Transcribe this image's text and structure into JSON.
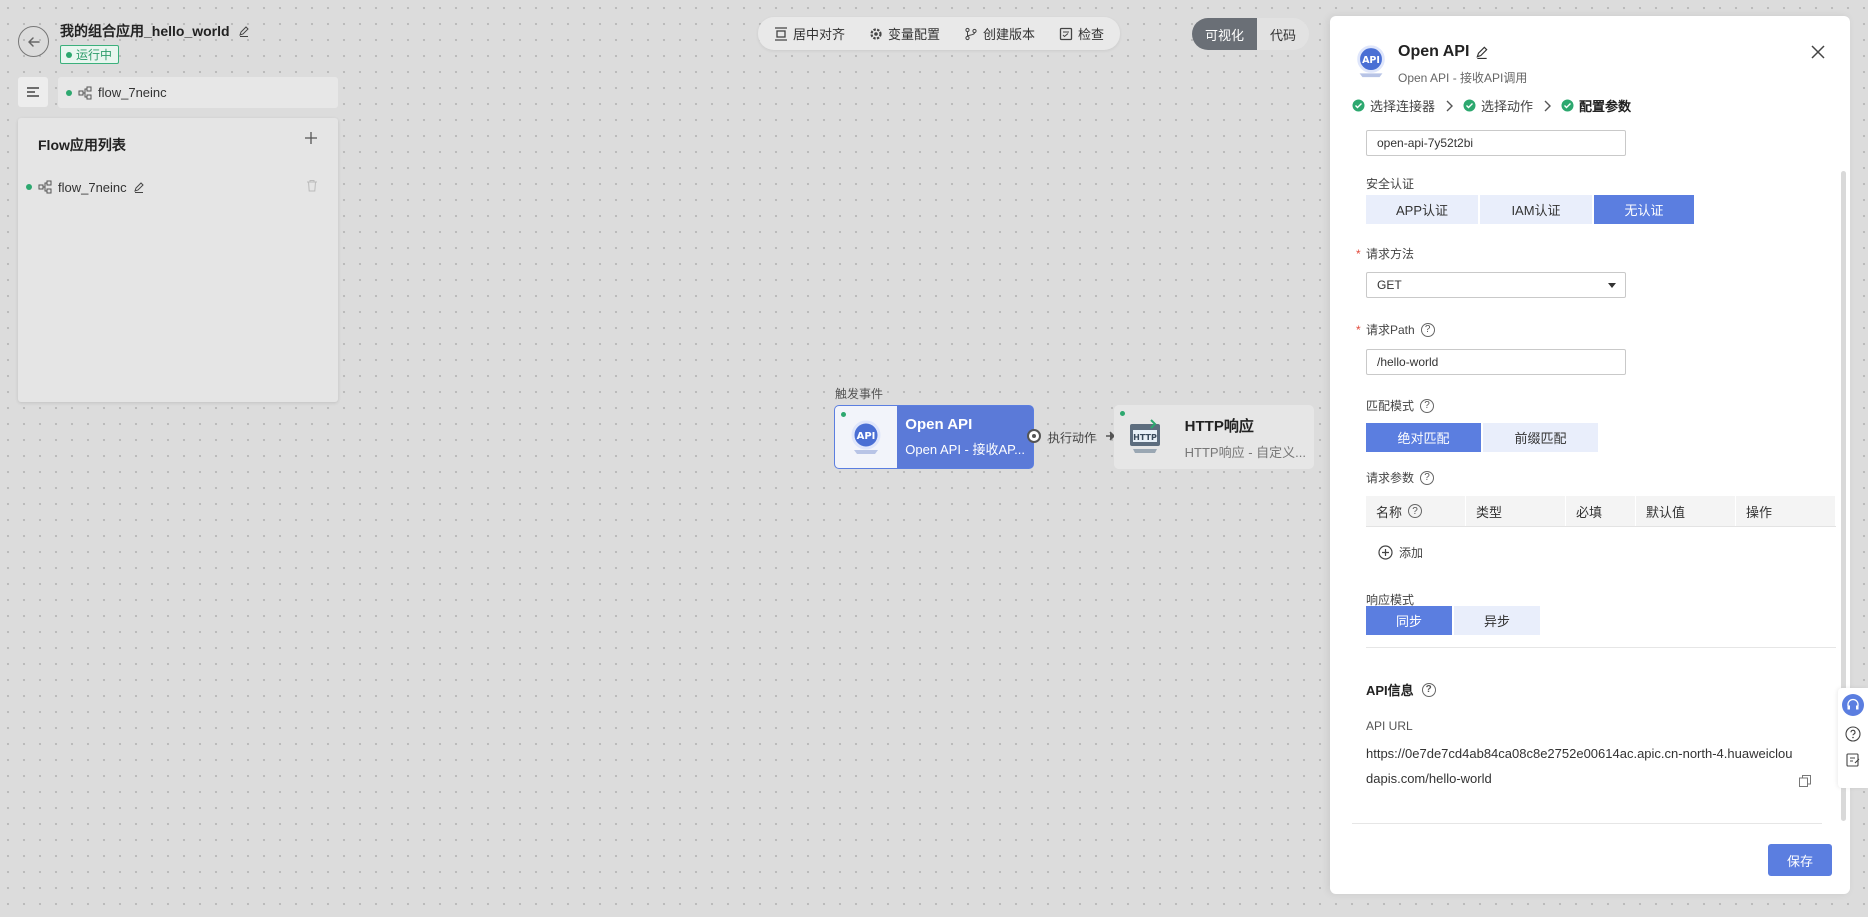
{
  "app": {
    "title": "我的组合应用_hello_world",
    "status": "运行中"
  },
  "flow_tab": {
    "label": "flow_7neinc"
  },
  "flow_list": {
    "title": "Flow应用列表",
    "items": [
      {
        "label": "flow_7neinc"
      }
    ]
  },
  "toolbar": {
    "center_align": "居中对齐",
    "variables": "变量配置",
    "create_version": "创建版本",
    "check": "检查"
  },
  "view_toggle": {
    "visual": "可视化",
    "code": "代码"
  },
  "canvas": {
    "trigger_label": "触发事件",
    "connector_label": "执行动作",
    "node_api": {
      "name": "Open API",
      "desc": "Open API - 接收AP..."
    },
    "node_http": {
      "name": "HTTP响应",
      "desc": "HTTP响应 - 自定义..."
    }
  },
  "panel": {
    "title": "Open API",
    "subtitle": "Open API - 接收API调用",
    "steps": [
      "选择连接器",
      "选择动作",
      "配置参数"
    ],
    "name_value": "open-api-7y52t2bi",
    "auth": {
      "label": "安全认证",
      "options": [
        "APP认证",
        "IAM认证",
        "无认证"
      ],
      "selected": "无认证"
    },
    "method": {
      "label": "请求方法",
      "value": "GET"
    },
    "path": {
      "label": "请求Path",
      "value": "/hello-world"
    },
    "match": {
      "label": "匹配模式",
      "options": [
        "绝对匹配",
        "前缀匹配"
      ],
      "selected": "绝对匹配"
    },
    "params": {
      "label": "请求参数",
      "columns": [
        "名称",
        "类型",
        "必填",
        "默认值",
        "操作"
      ],
      "add_label": "添加"
    },
    "response_mode": {
      "label": "响应模式",
      "options": [
        "同步",
        "异步"
      ],
      "selected": "同步"
    },
    "api_info": {
      "title": "API信息",
      "url_label": "API URL",
      "url": "https://0e7de7cd4ab84ca08c8e2752e00614ac.apic.cn-north-4.huaweicloudapis.com/hello-world"
    },
    "save": "保存"
  },
  "colors": {
    "accent": "#5b7ee0",
    "success": "#2da86f",
    "required": "#e24a3c"
  }
}
